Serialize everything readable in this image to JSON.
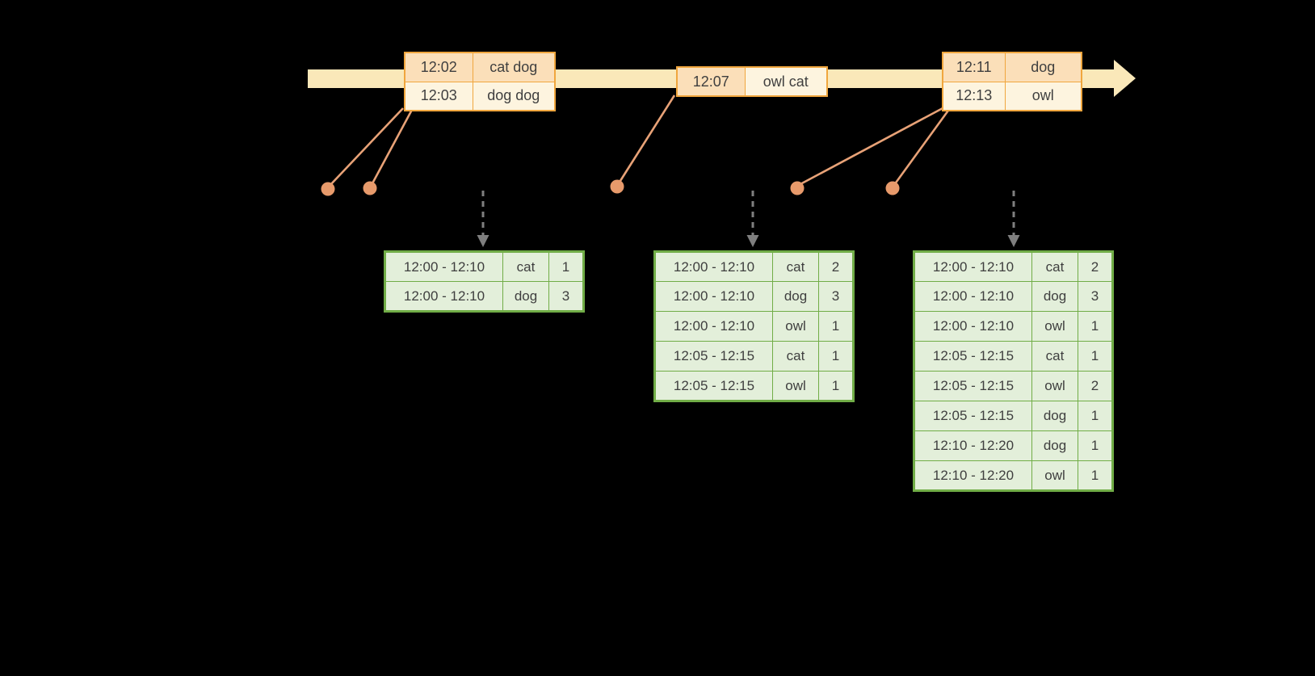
{
  "colors": {
    "background": "#000000",
    "timeline_fill": "#FAE8B9",
    "event_border": "#F0A63E",
    "event_cell_dark": "#FBDFB9",
    "event_cell_light": "#FDF4DF",
    "connector": "#E8A277",
    "dot": "#E79A6B",
    "arrow": "#7F7F7F",
    "result_border": "#71AD47",
    "result_cell": "#E3EFDA",
    "text": "#3F3F3F"
  },
  "event_tables": [
    {
      "rows": [
        {
          "time": "12:02",
          "words": "cat dog"
        },
        {
          "time": "12:03",
          "words": "dog dog"
        }
      ]
    },
    {
      "rows": [
        {
          "time": "12:07",
          "words": "owl cat"
        }
      ]
    },
    {
      "rows": [
        {
          "time": "12:11",
          "words": "dog"
        },
        {
          "time": "12:13",
          "words": "owl"
        }
      ]
    }
  ],
  "result_tables": [
    {
      "rows": [
        {
          "window": "12:00 - 12:10",
          "word": "cat",
          "count": "1"
        },
        {
          "window": "12:00 - 12:10",
          "word": "dog",
          "count": "3"
        }
      ]
    },
    {
      "rows": [
        {
          "window": "12:00 - 12:10",
          "word": "cat",
          "count": "2"
        },
        {
          "window": "12:00 - 12:10",
          "word": "dog",
          "count": "3"
        },
        {
          "window": "12:00 - 12:10",
          "word": "owl",
          "count": "1"
        },
        {
          "window": "12:05 - 12:15",
          "word": "cat",
          "count": "1"
        },
        {
          "window": "12:05 - 12:15",
          "word": "owl",
          "count": "1"
        }
      ]
    },
    {
      "rows": [
        {
          "window": "12:00 - 12:10",
          "word": "cat",
          "count": "2"
        },
        {
          "window": "12:00 - 12:10",
          "word": "dog",
          "count": "3"
        },
        {
          "window": "12:00 - 12:10",
          "word": "owl",
          "count": "1"
        },
        {
          "window": "12:05 - 12:15",
          "word": "cat",
          "count": "1"
        },
        {
          "window": "12:05 - 12:15",
          "word": "owl",
          "count": "2"
        },
        {
          "window": "12:05 - 12:15",
          "word": "dog",
          "count": "1"
        },
        {
          "window": "12:10 - 12:20",
          "word": "dog",
          "count": "1"
        },
        {
          "window": "12:10 - 12:20",
          "word": "owl",
          "count": "1"
        }
      ]
    }
  ]
}
